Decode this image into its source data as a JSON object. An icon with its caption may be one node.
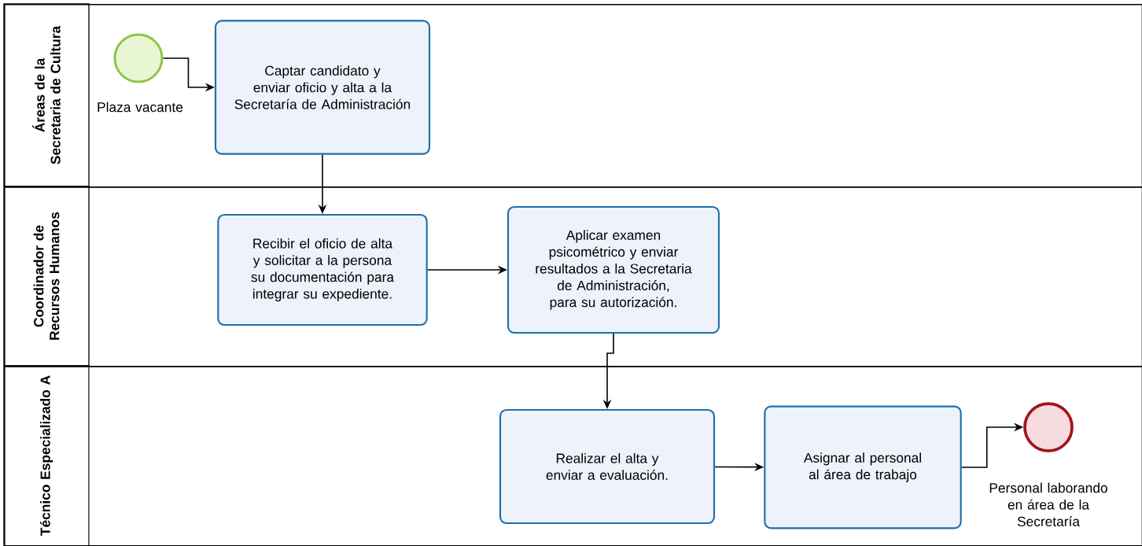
{
  "diagram": {
    "nodes": [
      {
        "text": [
          "Áreas de la Secretaria de Cultura"
        ]
      },
      {
        "text": [
          "Coordinador de Recursos Humanos"
        ]
      },
      {
        "text": [
          "Técnico Especializado A"
        ]
      },
      {
        "text": [],
        "shape": "circle",
        "in": 0,
        "beside": [
          "Plaza vacante"
        ]
      },
      {
        "text": [
          "Captar candidato y enviar oficio y alta a la Secretaría de Administración"
        ],
        "in": 0
      },
      {
        "text": [
          "Recibir el oficio de alta y solicitar a la persona su documentación para integrar su expediente."
        ],
        "in": 1
      },
      {
        "text": [
          "Aplicar examen psicométrico y enviar resultados a la Secretaria de Administración, para su autorización."
        ],
        "in": 1
      },
      {
        "text": [
          "Realizar el alta y enviar a evaluación."
        ],
        "in": 2
      },
      {
        "text": [
          "Asignar al personal al área de trabajo"
        ],
        "in": 2
      },
      {
        "text": [],
        "shape": "circle",
        "in": 2,
        "beside": [
          "Personal laborando en área de la Secretaría"
        ]
      }
    ],
    "edges": [
      {
        "from": 3,
        "to": 4,
        "arrow": "to"
      },
      {
        "from": 4,
        "to": 5,
        "arrow": "to"
      },
      {
        "from": 5,
        "to": 6,
        "arrow": "to"
      },
      {
        "from": 6,
        "to": 7,
        "arrow": "to"
      },
      {
        "from": 7,
        "to": 8,
        "arrow": "to"
      },
      {
        "from": 8,
        "to": 9,
        "arrow": "to"
      }
    ]
  }
}
